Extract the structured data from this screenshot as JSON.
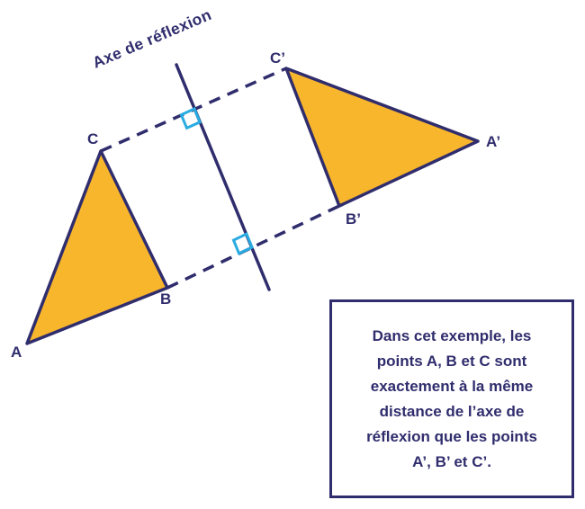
{
  "diagram": {
    "axis_label": "Axe de réflexion",
    "vertex_labels": {
      "a": "A",
      "b": "B",
      "c": "C",
      "a_prime": "A’",
      "b_prime": "B’",
      "c_prime": "C’"
    },
    "colors": {
      "navy": "#302D6D",
      "triangle_fill": "#F8B62D",
      "right_angle_marker": "#29ABE2"
    }
  },
  "caption": {
    "lines": [
      "Dans cet exemple, les",
      "points A, B et C sont",
      "exactement à la même",
      "distance de l’axe de",
      "réflexion que les points",
      "A’, B’ et C’."
    ]
  }
}
